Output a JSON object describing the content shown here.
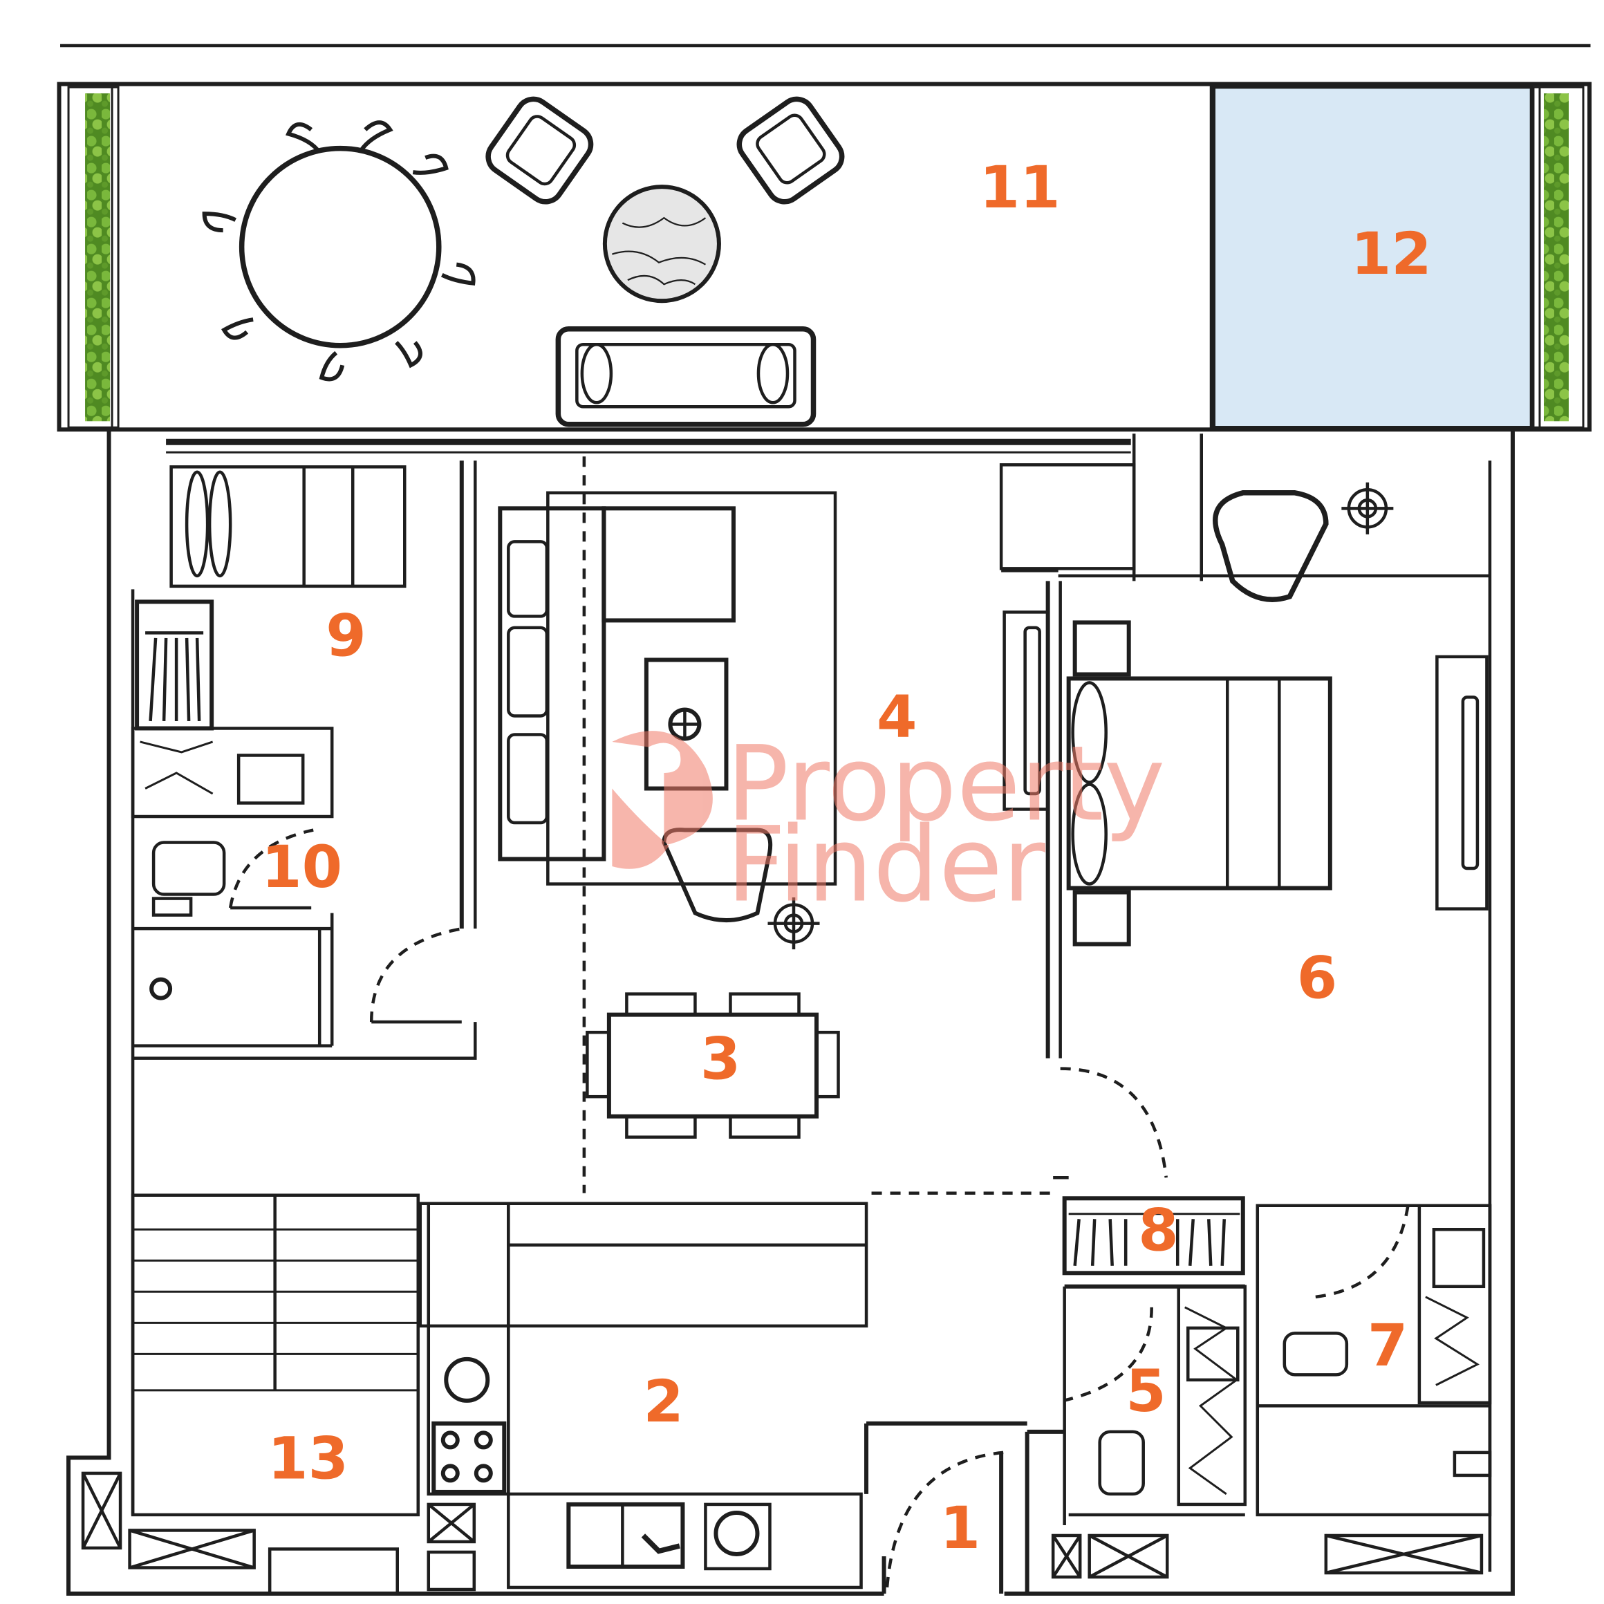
{
  "colors": {
    "line": "#1e1e1e",
    "room_label": "#ef6a2a",
    "pool_fill": "#d8e8f5",
    "planter_green": "#6aa232",
    "watermark": "#f07a68"
  },
  "watermark": {
    "line1": "Property",
    "line2": "Finder",
    "icon": "property-finder-logo-icon"
  },
  "rooms": [
    {
      "key": "entrance",
      "label": "1"
    },
    {
      "key": "kitchen",
      "label": "2"
    },
    {
      "key": "dining",
      "label": "3"
    },
    {
      "key": "living",
      "label": "4"
    },
    {
      "key": "guest-wc",
      "label": "5"
    },
    {
      "key": "bedroom",
      "label": "6"
    },
    {
      "key": "bedroom-bath",
      "label": "7"
    },
    {
      "key": "wardrobe",
      "label": "8"
    },
    {
      "key": "maid-room",
      "label": "9"
    },
    {
      "key": "maid-bath",
      "label": "10"
    },
    {
      "key": "terrace",
      "label": "11"
    },
    {
      "key": "pool",
      "label": "12"
    },
    {
      "key": "storage",
      "label": "13"
    }
  ],
  "icons": [
    "dining-table-icon",
    "armchair-icon",
    "sofa-icon",
    "bed-icon",
    "toilet-icon",
    "sink-icon",
    "stove-icon",
    "washing-machine-icon",
    "plant-icon",
    "door-swing-icon"
  ]
}
